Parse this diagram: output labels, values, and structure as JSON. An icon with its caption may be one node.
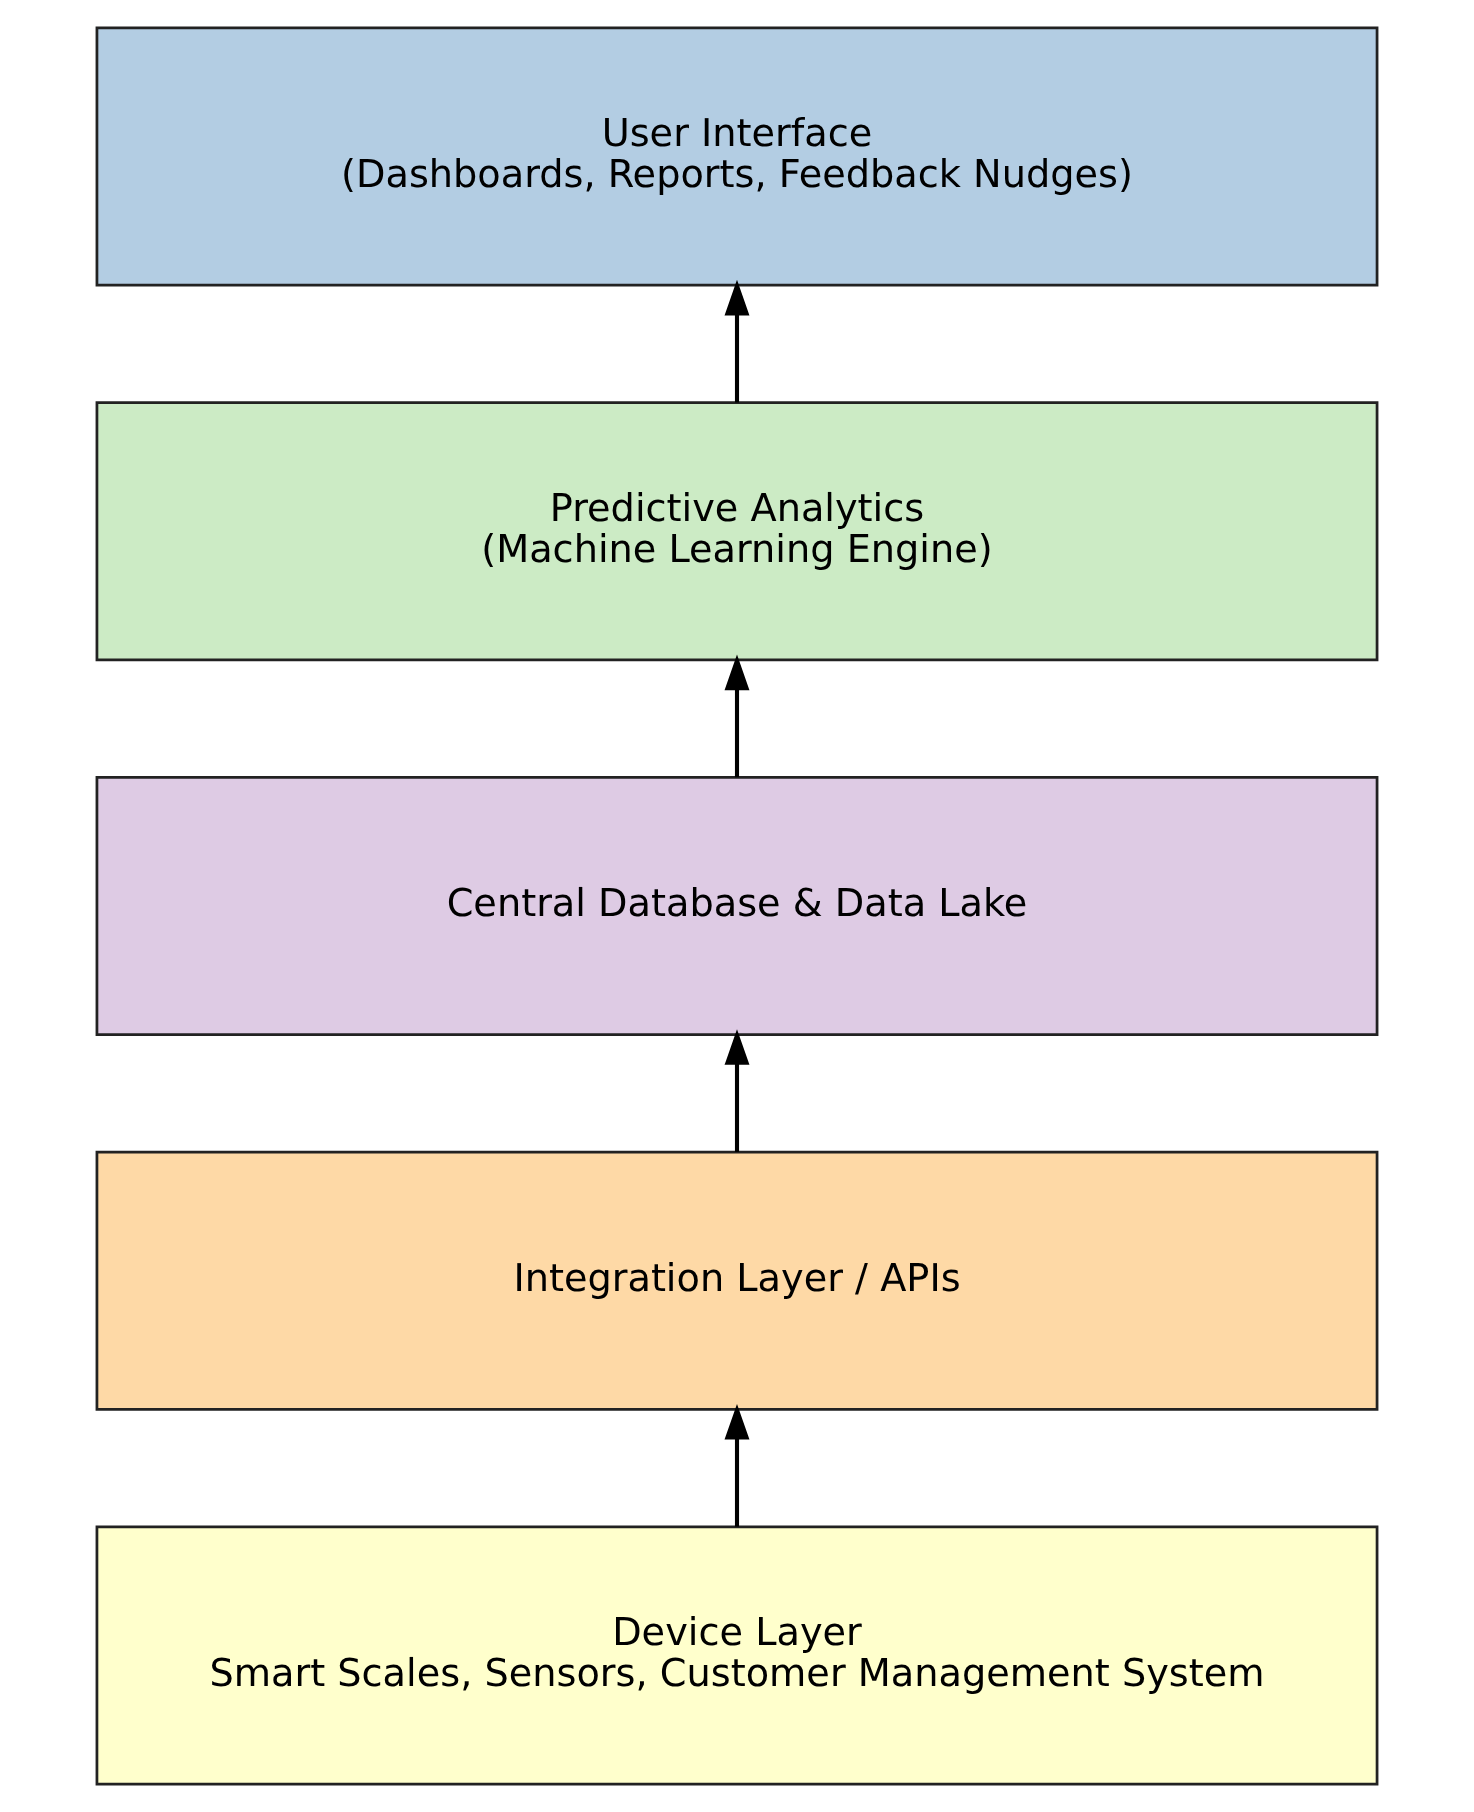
{
  "diagram": {
    "nodes": [
      {
        "text": [
          "User Interface",
          "(Dashboards, Reports, Feedback Nudges)"
        ]
      },
      {
        "text": [
          "Predictive Analytics",
          "(Machine Learning Engine)"
        ]
      },
      {
        "text": [
          "Central Database & Data Lake"
        ]
      },
      {
        "text": [
          "Integration Layer / APIs"
        ]
      },
      {
        "text": [
          "Device Layer",
          "Smart Scales, Sensors, Customer Management System"
        ]
      }
    ],
    "edges": [
      {
        "from": 4,
        "to": 3,
        "arrow": "to"
      },
      {
        "from": 3,
        "to": 2,
        "arrow": "to"
      },
      {
        "from": 2,
        "to": 1,
        "arrow": "to"
      },
      {
        "from": 1,
        "to": 0,
        "arrow": "to"
      }
    ]
  }
}
